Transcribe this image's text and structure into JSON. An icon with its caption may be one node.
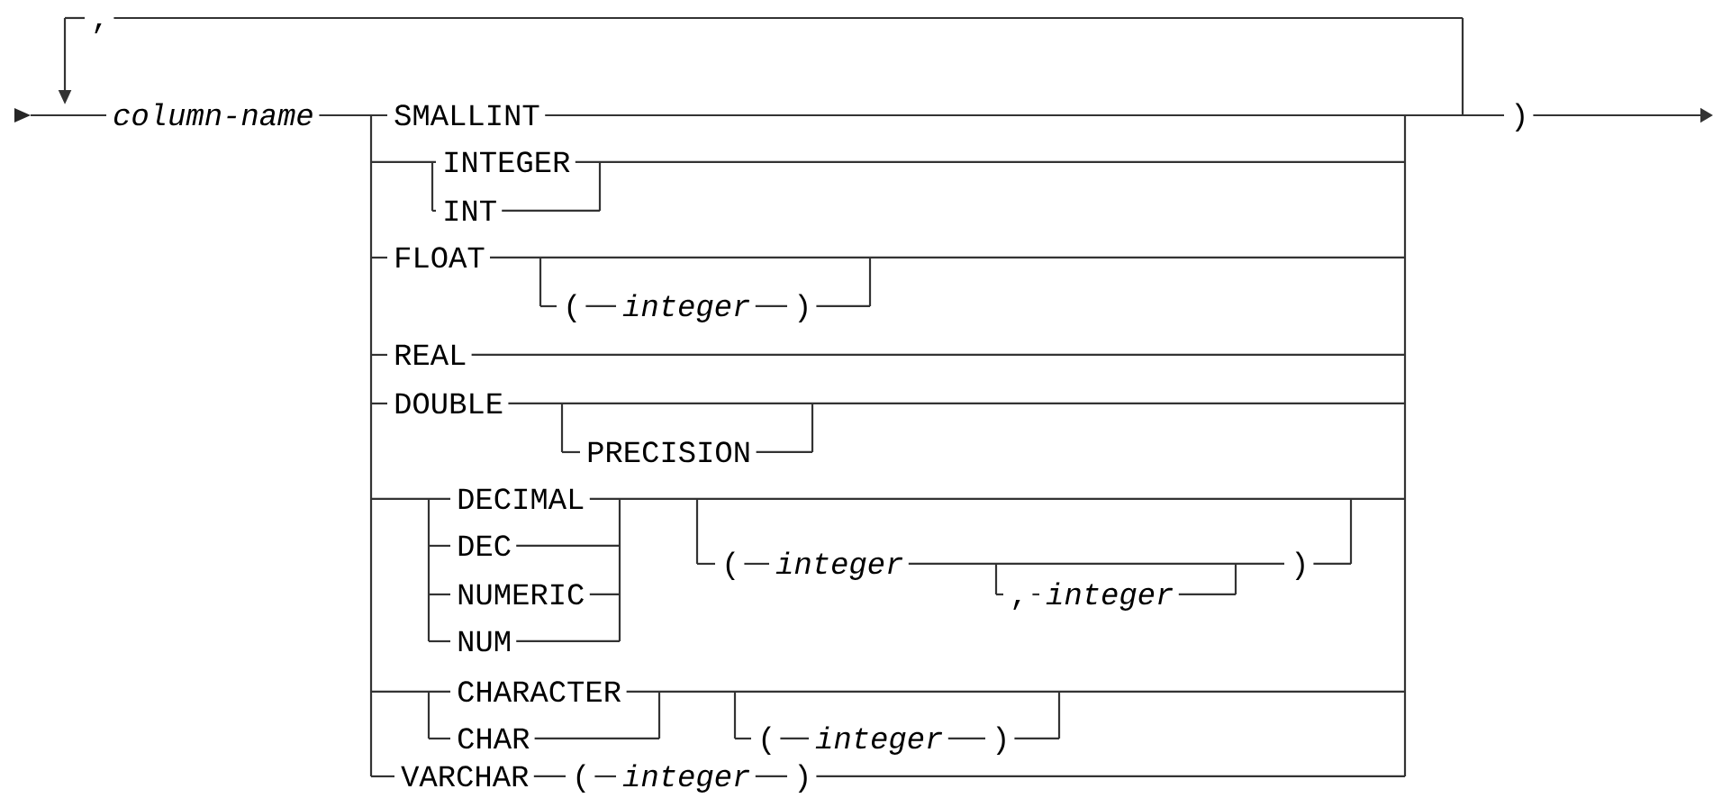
{
  "diagram": {
    "labels": [
      ",",
      "column-name",
      "SMALLINT",
      ")",
      "INTEGER",
      "INT",
      "FLOAT",
      "(",
      "integer",
      ")",
      "REAL",
      "DOUBLE",
      "PRECISION",
      "DECIMAL",
      "DEC",
      "(",
      "integer",
      ")",
      "NUMERIC",
      ",",
      "integer",
      "NUM",
      "CHARACTER",
      "CHAR",
      "(",
      "integer",
      ")",
      "VARCHAR",
      "(",
      "integer",
      ")"
    ]
  }
}
